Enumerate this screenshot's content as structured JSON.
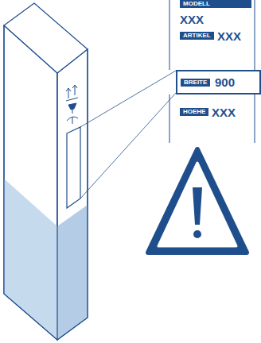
{
  "diagram": {
    "nodes": [
      {
        "text": [
          "MODELL"
        ]
      },
      {
        "text": [
          "ARTIKEL"
        ]
      },
      {
        "text": [
          "900"
        ]
      },
      {
        "text": [
          "BREITE"
        ],
        "in": 2
      },
      {
        "text": [
          "HOEHE"
        ]
      }
    ],
    "labels": [
      "XXX",
      "XXX",
      "XXX"
    ]
  }
}
